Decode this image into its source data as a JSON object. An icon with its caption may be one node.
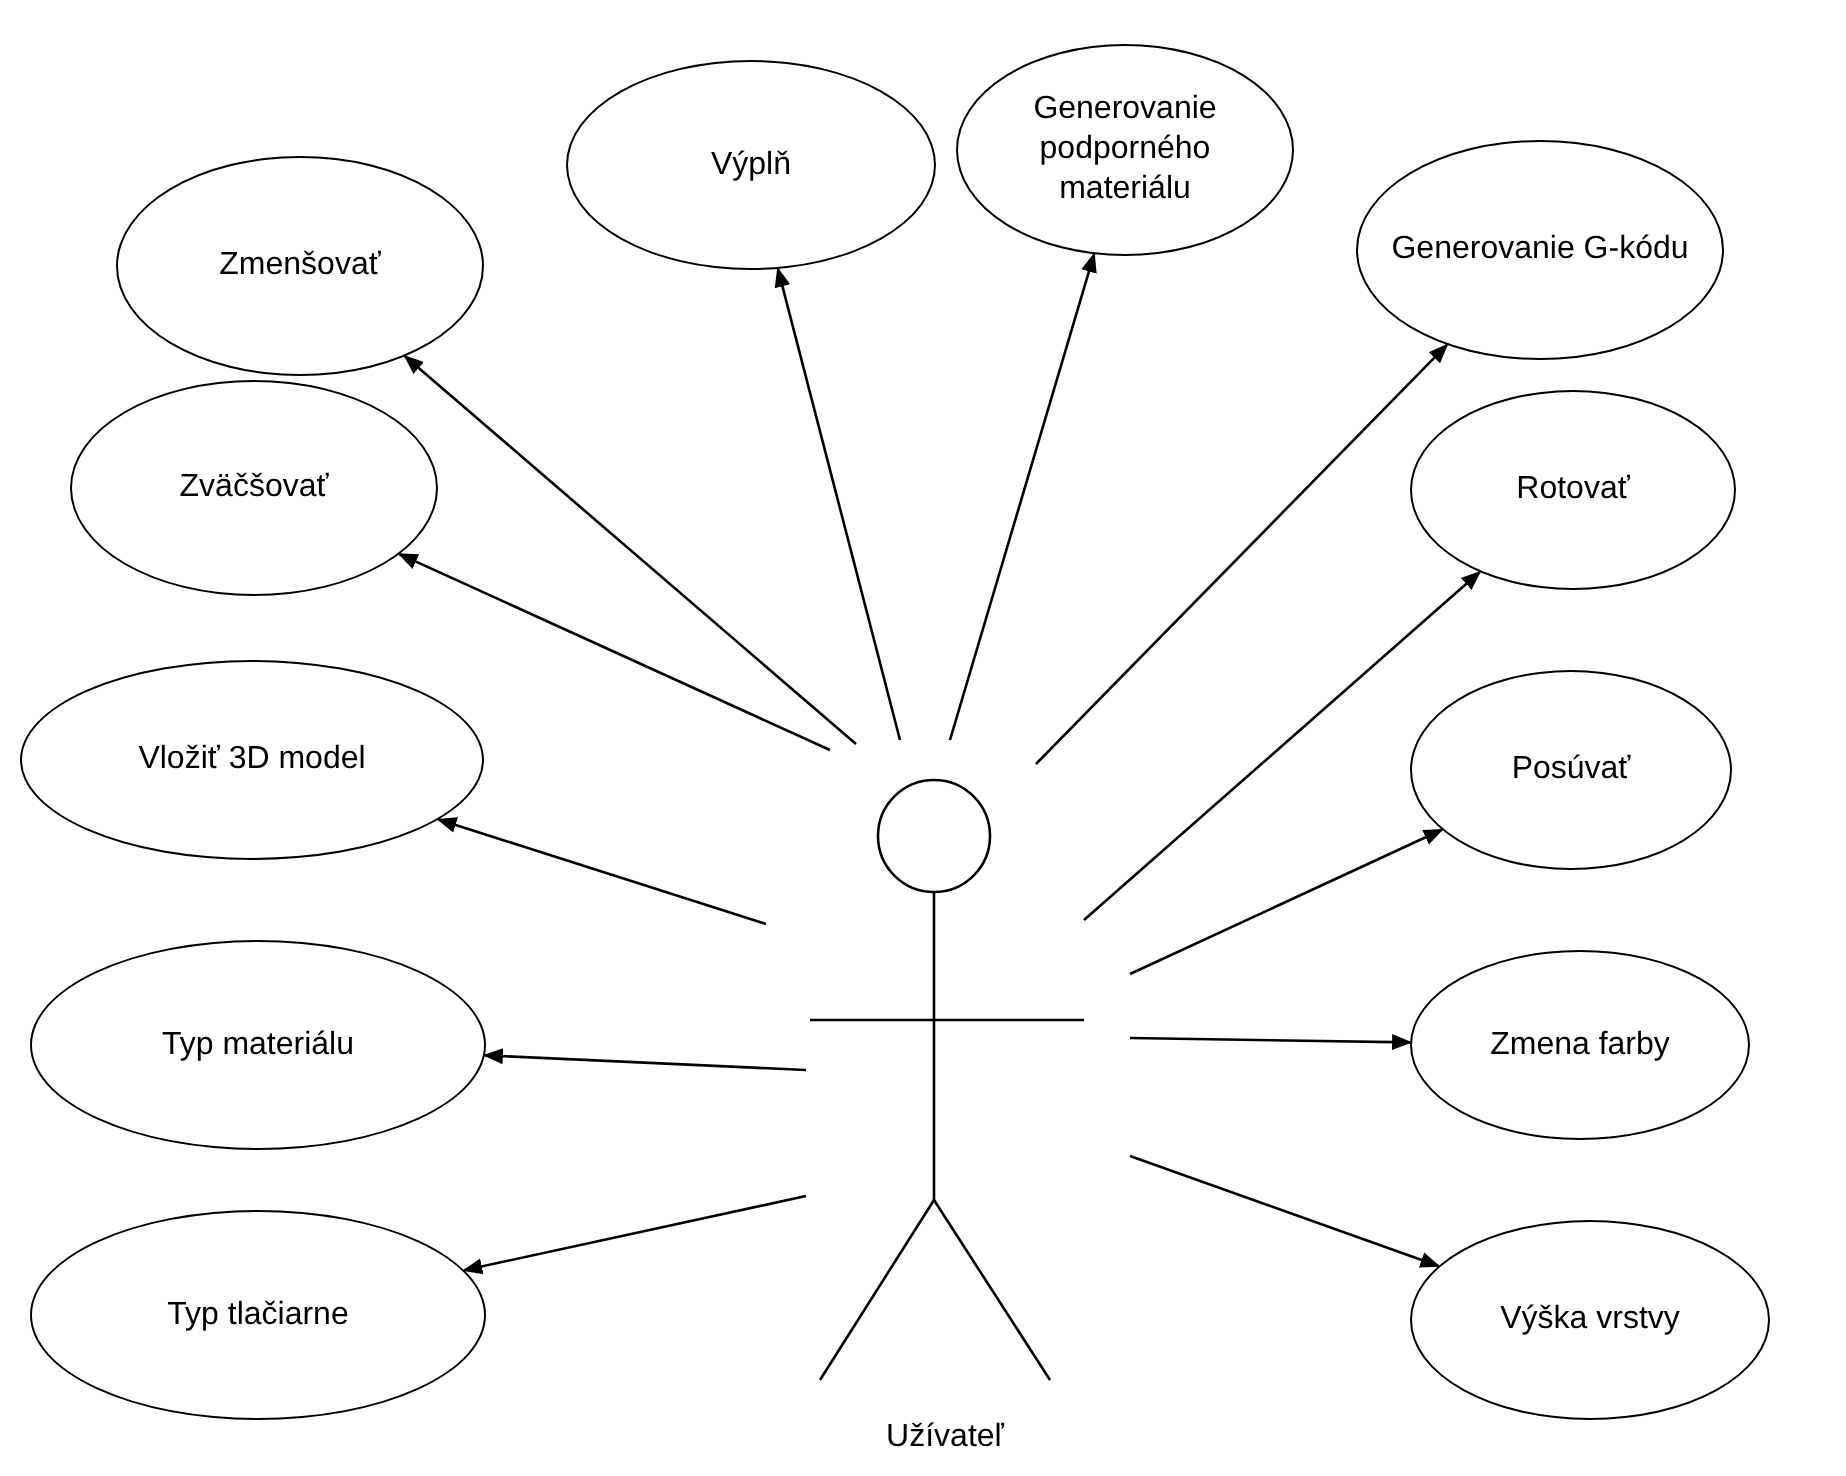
{
  "diagram": {
    "nodes": [
      {
        "text": [
          "Užívateľ"
        ]
      },
      {
        "text": [
          "Zmenšovať"
        ]
      },
      {
        "text": [
          "Výplň"
        ]
      },
      {
        "text": [
          "Generovanie podporného materiálu"
        ]
      },
      {
        "text": [
          "Generovanie G-kódu"
        ]
      },
      {
        "text": [
          "Zväčšovať"
        ]
      },
      {
        "text": [
          "Rotovať"
        ]
      },
      {
        "text": [
          "Vložiť 3D model"
        ]
      },
      {
        "text": [
          "Posúvať"
        ]
      },
      {
        "text": [
          "Typ materiálu"
        ]
      },
      {
        "text": [
          "Zmena farby"
        ]
      },
      {
        "text": [
          "Typ tlačiarne"
        ]
      },
      {
        "text": [
          "Výška vrstvy"
        ]
      }
    ],
    "edges": [
      {
        "from": 0,
        "to": 1,
        "arrow": "to"
      },
      {
        "from": 0,
        "to": 2,
        "arrow": "to"
      },
      {
        "from": 0,
        "to": 3,
        "arrow": "to"
      },
      {
        "from": 0,
        "to": 4,
        "arrow": "to"
      },
      {
        "from": 0,
        "to": 5,
        "arrow": "to"
      },
      {
        "from": 0,
        "to": 6,
        "arrow": "to"
      },
      {
        "from": 0,
        "to": 7,
        "arrow": "to"
      },
      {
        "from": 0,
        "to": 8,
        "arrow": "to"
      },
      {
        "from": 0,
        "to": 9,
        "arrow": "to"
      },
      {
        "from": 0,
        "to": 10,
        "arrow": "to"
      },
      {
        "from": 0,
        "to": 11,
        "arrow": "to"
      },
      {
        "from": 0,
        "to": 12,
        "arrow": "to"
      }
    ]
  }
}
